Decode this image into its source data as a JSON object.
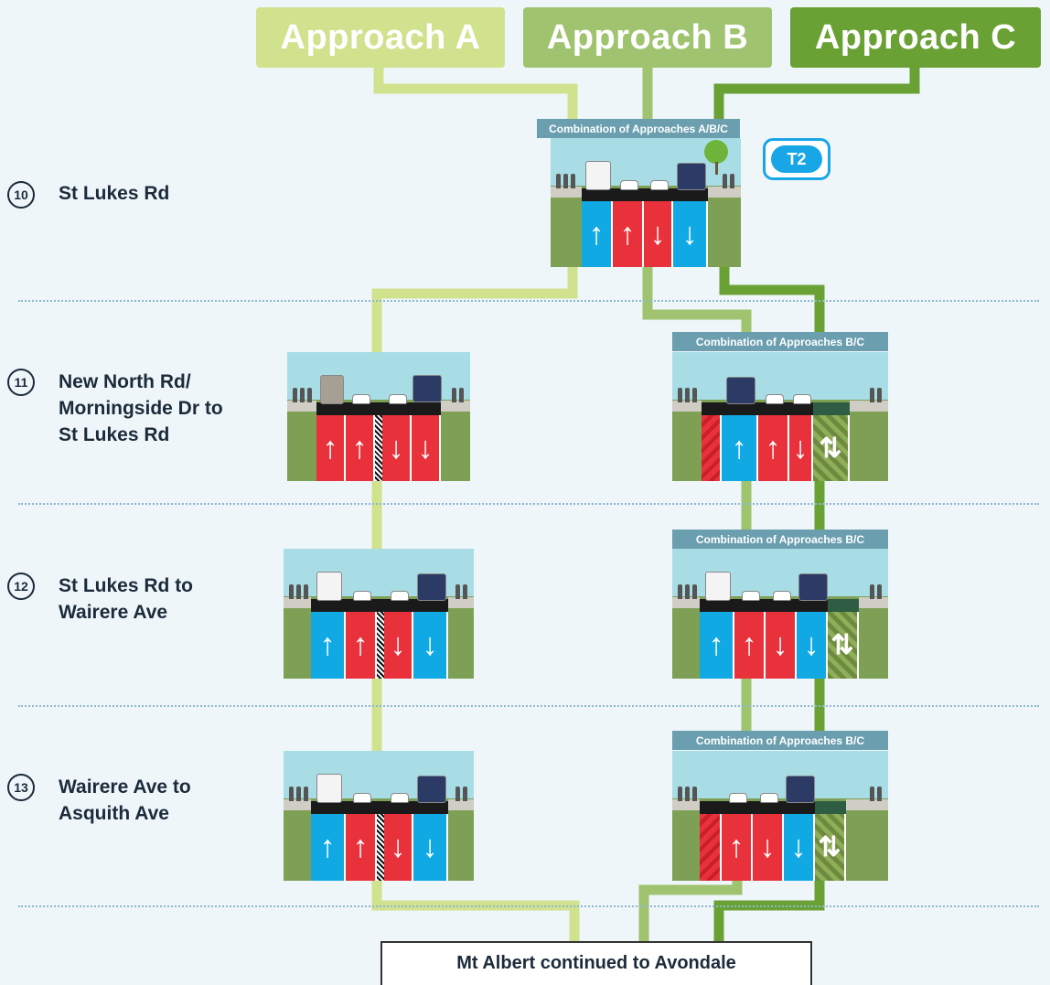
{
  "approaches": {
    "a": {
      "label": "Approach A",
      "color": "#d1e28f"
    },
    "b": {
      "label": "Approach B",
      "color": "#9fc36e"
    },
    "c": {
      "label": "Approach C",
      "color": "#6aa134"
    }
  },
  "sections": [
    {
      "number": "10",
      "label": "St Lukes Rd"
    },
    {
      "number": "11",
      "label": "New North Rd/\nMorningside Dr to\nSt Lukes Rd"
    },
    {
      "number": "12",
      "label": "St Lukes Rd to\nWairere Ave"
    },
    {
      "number": "13",
      "label": "Wairere Ave to\nAsquith Ave"
    }
  ],
  "combos": {
    "abc": "Combination of Approaches A/B/C",
    "bc": "Combination of Approaches B/C"
  },
  "badge": {
    "label": "T2",
    "icon": "t2-lane-icon"
  },
  "footer": {
    "label": "Mt Albert continued to Avondale"
  },
  "colors": {
    "bus_lane": "#10a9e4",
    "general_lane": "#e8313a",
    "walk_cycle": "#6e8a3f",
    "verge": "#7da055",
    "sky": "#a8dde6"
  },
  "cross_sections": [
    {
      "id": "s10-abc",
      "lanes": [
        "bus:up",
        "gen:up",
        "gen:down",
        "bus:down"
      ]
    },
    {
      "id": "s11-a",
      "lanes": [
        "gen:up",
        "gen:up",
        "median",
        "gen:down",
        "gen:down"
      ]
    },
    {
      "id": "s11-bc",
      "lanes": [
        "cycle",
        "bus:up",
        "gen:up",
        "gen:down",
        "walk:updown"
      ]
    },
    {
      "id": "s12-a",
      "lanes": [
        "bus:up",
        "gen:up",
        "median",
        "gen:down",
        "bus:down"
      ]
    },
    {
      "id": "s12-bc",
      "lanes": [
        "bus:up",
        "gen:up",
        "gen:down",
        "bus:down",
        "walk:updown"
      ]
    },
    {
      "id": "s13-a",
      "lanes": [
        "bus:up",
        "gen:up",
        "median",
        "gen:down",
        "bus:down"
      ]
    },
    {
      "id": "s13-bc",
      "lanes": [
        "cycle",
        "gen:up",
        "gen:down",
        "bus:down",
        "walk:updown"
      ]
    }
  ]
}
